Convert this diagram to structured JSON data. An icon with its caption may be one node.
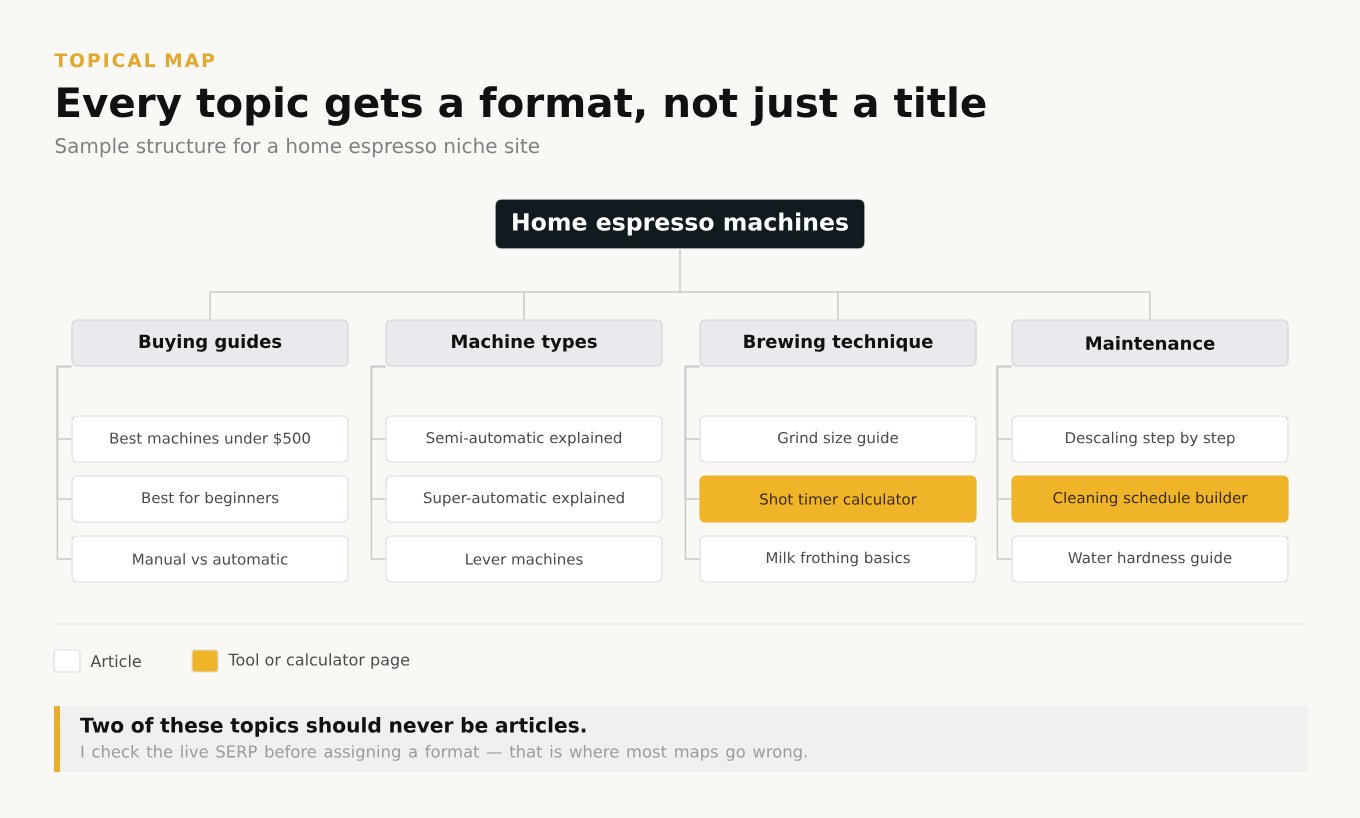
{
  "diagram": {
    "title": "Every topic gets a format, not just a title",
    "nodes": [
      {
        "text": [
          "Home espresso machines"
        ]
      },
      {
        "text": [
          "Buying guides"
        ]
      },
      {
        "text": [
          "Machine types"
        ]
      },
      {
        "text": [
          "Brewing technique"
        ]
      },
      {
        "text": [
          "Maintenance"
        ]
      },
      {
        "text": [
          "Best machines under $500"
        ]
      },
      {
        "text": [
          "Best for beginners"
        ]
      },
      {
        "text": [
          "Manual vs automatic"
        ]
      },
      {
        "text": [
          "Semi-automatic explained"
        ]
      },
      {
        "text": [
          "Super-automatic explained"
        ]
      },
      {
        "text": [
          "Lever machines"
        ]
      },
      {
        "text": [
          "Grind size guide"
        ]
      },
      {
        "text": [
          "Shot timer calculator"
        ]
      },
      {
        "text": [
          "Milk frothing basics"
        ]
      },
      {
        "text": [
          "Descaling step by step"
        ]
      },
      {
        "text": [
          "Cleaning schedule builder"
        ]
      },
      {
        "text": [
          "Water hardness guide"
        ]
      },
      {
        "text": [
          "Two of these topics should never be articles.",
          "I check the live SERP before assigning a format — that is where most maps go wrong."
        ]
      }
    ],
    "edges": [
      {
        "from": 0,
        "to": 1,
        "arrow": "none"
      },
      {
        "from": 0,
        "to": 2,
        "arrow": "none"
      },
      {
        "from": 0,
        "to": 3,
        "arrow": "none"
      },
      {
        "from": 0,
        "to": 4,
        "arrow": "none"
      },
      {
        "from": 1,
        "to": 5,
        "arrow": "none"
      },
      {
        "from": 1,
        "to": 6,
        "arrow": "none"
      },
      {
        "from": 1,
        "to": 7,
        "arrow": "none"
      },
      {
        "from": 2,
        "to": 8,
        "arrow": "none"
      },
      {
        "from": 2,
        "to": 9,
        "arrow": "none"
      },
      {
        "from": 2,
        "to": 10,
        "arrow": "none"
      },
      {
        "from": 3,
        "to": 11,
        "arrow": "none"
      },
      {
        "from": 3,
        "to": 12,
        "arrow": "none"
      },
      {
        "from": 3,
        "to": 13,
        "arrow": "none"
      },
      {
        "from": 4,
        "to": 14,
        "arrow": "none"
      },
      {
        "from": 4,
        "to": 15,
        "arrow": "none"
      },
      {
        "from": 4,
        "to": 16,
        "arrow": "none"
      }
    ],
    "labels": [
      "TOPICAL MAP",
      "Sample structure for a home espresso niche site"
    ],
    "legend": [
      {
        "text": "Article",
        "color": "#ffffff"
      },
      {
        "text": "Tool or calculator page",
        "color": "#f0b429"
      }
    ]
  }
}
